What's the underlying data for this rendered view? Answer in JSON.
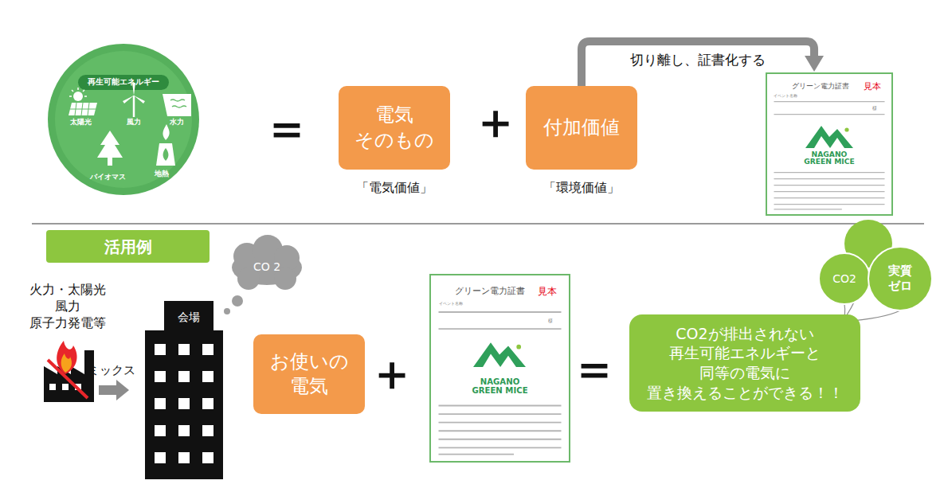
{
  "diagram": {
    "nodes": [
      {
        "text": [
          "再生可能エネルギー",
          "太陽光",
          "風力",
          "水力",
          "バイオマス",
          "地熱"
        ]
      },
      {
        "text": [
          "電気 そのもの"
        ]
      },
      {
        "text": [
          "付加価値"
        ]
      },
      {
        "text": [
          "グリーン電力証書",
          "見本",
          "イベント名称",
          "様",
          "NAGANO GREEN MICE"
        ]
      },
      {
        "text": [
          "活用例"
        ]
      },
      {
        "text": [
          "CO 2"
        ]
      },
      {
        "text": [
          "会場"
        ]
      },
      {
        "text": [
          "お使いの 電気"
        ]
      },
      {
        "text": [
          "グリーン電力証書",
          "見本",
          "イベント名称",
          "様",
          "NAGANO GREEN MICE"
        ]
      },
      {
        "text": [
          "CO2が排出されない 再生可能エネルギーと 同等の電気に 置き換えることができる！！"
        ]
      },
      {
        "text": [
          "CO2"
        ]
      },
      {
        "text": [
          "実質 ゼロ"
        ]
      }
    ],
    "edges": [
      {
        "from": 2,
        "to": 3,
        "arrow": "to",
        "label": "切り離し、証書化する"
      }
    ],
    "labels": [
      "＝",
      "＋",
      "「電気価値」",
      "「環境価値」",
      "火力・太陽光 風力 原子力発電等",
      "ミックス",
      "＋",
      "＝"
    ]
  }
}
